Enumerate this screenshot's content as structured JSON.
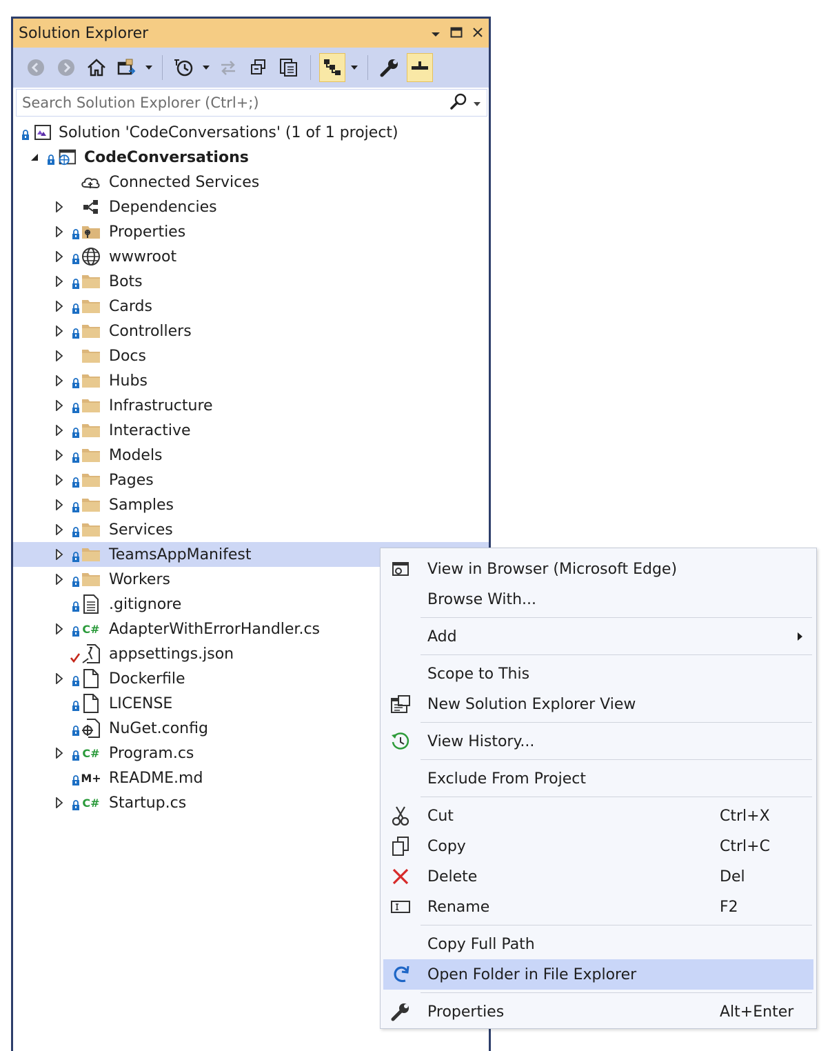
{
  "panel": {
    "title": "Solution Explorer",
    "search_placeholder": "Search Solution Explorer (Ctrl+;)"
  },
  "tree": [
    {
      "label": "Solution 'CodeConversations' (1 of 1 project)",
      "icon": "solution-icon",
      "level": 0
    },
    {
      "label": "CodeConversations",
      "icon": "web-project-icon",
      "level": 1,
      "bold": true,
      "expanded": true
    },
    {
      "label": "Connected Services",
      "icon": "connected-services-icon",
      "level": 2
    },
    {
      "label": "Dependencies",
      "icon": "dependencies-icon",
      "level": 2,
      "expander": true
    },
    {
      "label": "Properties",
      "icon": "properties-folder-icon",
      "level": 2,
      "expander": true,
      "lock": true
    },
    {
      "label": "wwwroot",
      "icon": "globe-icon",
      "level": 2,
      "expander": true,
      "lock": true
    },
    {
      "label": "Bots",
      "icon": "folder-icon",
      "level": 2,
      "expander": true,
      "lock": true
    },
    {
      "label": "Cards",
      "icon": "folder-icon",
      "level": 2,
      "expander": true,
      "lock": true
    },
    {
      "label": "Controllers",
      "icon": "folder-icon",
      "level": 2,
      "expander": true,
      "lock": true
    },
    {
      "label": "Docs",
      "icon": "folder-icon",
      "level": 2,
      "expander": true
    },
    {
      "label": "Hubs",
      "icon": "folder-icon",
      "level": 2,
      "expander": true,
      "lock": true
    },
    {
      "label": "Infrastructure",
      "icon": "folder-icon",
      "level": 2,
      "expander": true,
      "lock": true
    },
    {
      "label": "Interactive",
      "icon": "folder-icon",
      "level": 2,
      "expander": true,
      "lock": true
    },
    {
      "label": "Models",
      "icon": "folder-icon",
      "level": 2,
      "expander": true,
      "lock": true
    },
    {
      "label": "Pages",
      "icon": "folder-icon",
      "level": 2,
      "expander": true,
      "lock": true
    },
    {
      "label": "Samples",
      "icon": "folder-icon",
      "level": 2,
      "expander": true,
      "lock": true
    },
    {
      "label": "Services",
      "icon": "folder-icon",
      "level": 2,
      "expander": true,
      "lock": true
    },
    {
      "label": "TeamsAppManifest",
      "icon": "folder-icon",
      "level": 2,
      "expander": true,
      "lock": true,
      "selected": true
    },
    {
      "label": "Workers",
      "icon": "folder-icon",
      "level": 2,
      "expander": true,
      "lock": true
    },
    {
      "label": ".gitignore",
      "icon": "text-file-icon",
      "level": 2,
      "lock": true
    },
    {
      "label": "AdapterWithErrorHandler.cs",
      "icon": "csharp-file-icon",
      "level": 2,
      "expander": true,
      "lock": true
    },
    {
      "label": "appsettings.json",
      "icon": "json-file-icon",
      "level": 2,
      "checkmark": true
    },
    {
      "label": "Dockerfile",
      "icon": "file-icon",
      "level": 2,
      "expander": true,
      "lock": true
    },
    {
      "label": "LICENSE",
      "icon": "file-icon",
      "level": 2,
      "lock": true
    },
    {
      "label": "NuGet.config",
      "icon": "config-file-icon",
      "level": 2,
      "lock": true
    },
    {
      "label": "Program.cs",
      "icon": "csharp-file-icon",
      "level": 2,
      "expander": true,
      "lock": true
    },
    {
      "label": "README.md",
      "icon": "markdown-file-icon",
      "level": 2,
      "lock": true
    },
    {
      "label": "Startup.cs",
      "icon": "csharp-file-icon",
      "level": 2,
      "expander": true,
      "lock": true
    }
  ],
  "csharp_badge": "C#",
  "markdown_badge": "M+",
  "menu": [
    {
      "label": "View in Browser (Microsoft Edge)",
      "icon": "browser-icon"
    },
    {
      "label": "Browse With..."
    },
    {
      "sep": true
    },
    {
      "label": "Add",
      "submenu": true
    },
    {
      "sep": true
    },
    {
      "label": "Scope to This"
    },
    {
      "label": "New Solution Explorer View",
      "icon": "new-view-icon"
    },
    {
      "sep": true
    },
    {
      "label": "View History...",
      "icon": "history-icon"
    },
    {
      "sep": true
    },
    {
      "label": "Exclude From Project"
    },
    {
      "sep": true
    },
    {
      "label": "Cut",
      "shortcut": "Ctrl+X",
      "icon": "scissors-icon"
    },
    {
      "label": "Copy",
      "shortcut": "Ctrl+C",
      "icon": "copy-icon"
    },
    {
      "label": "Delete",
      "shortcut": "Del",
      "icon": "delete-icon"
    },
    {
      "label": "Rename",
      "shortcut": "F2",
      "icon": "rename-icon"
    },
    {
      "sep": true
    },
    {
      "label": "Copy Full Path"
    },
    {
      "label": "Open Folder in File Explorer",
      "icon": "open-folder-icon",
      "highlighted": true
    },
    {
      "sep": true
    },
    {
      "label": "Properties",
      "shortcut": "Alt+Enter",
      "icon": "wrench-icon"
    }
  ],
  "colors": {
    "title_bar": "#f5cc84",
    "toolbar": "#ccd5f0",
    "selection": "#cdd7f5",
    "menu_highlight": "#c9d6f8",
    "panel_border": "#2d3e6b",
    "folder": "#dcb67a",
    "lock": "#1c6fc4",
    "csharp": "#2a9a3a",
    "delete_red": "#d72a2a",
    "checkmark_red": "#c4281b"
  }
}
